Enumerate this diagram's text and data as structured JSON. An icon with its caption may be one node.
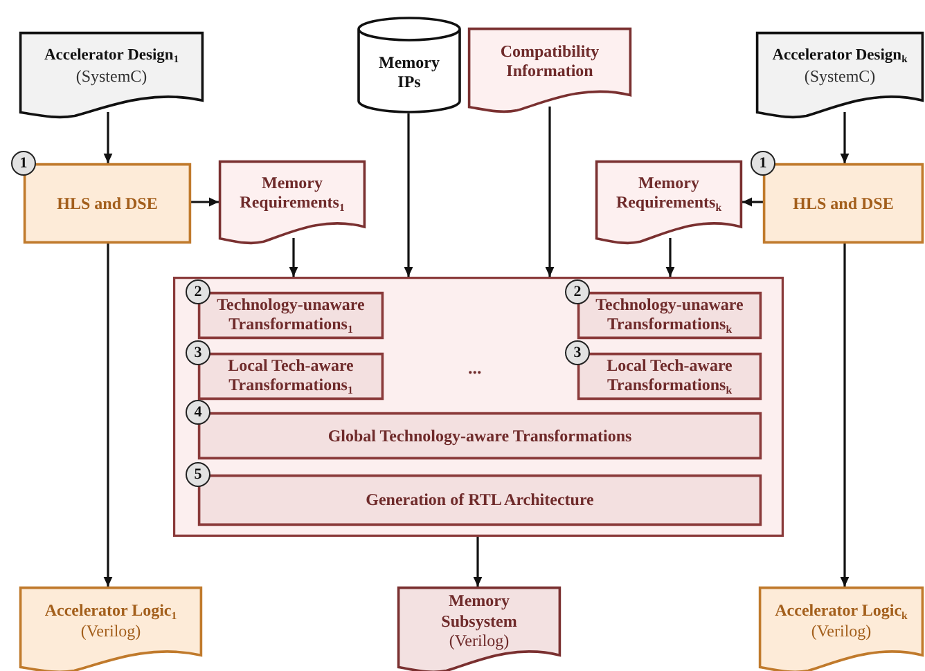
{
  "diagram": {
    "nodes": [
      {
        "text": [
          "Accelerator Design$_{1}$",
          "(SystemC)"
        ]
      },
      {
        "text": [
          "Memory IPs"
        ]
      },
      {
        "text": [
          "Compatibility Information"
        ]
      },
      {
        "text": [
          "Accelerator Design$_{k}$",
          "(SystemC)"
        ]
      },
      {
        "text": [
          "HLS and DSE"
        ],
        "beside": [
          "1"
        ]
      },
      {
        "text": [
          "Memory Requirements$_{1}$"
        ]
      },
      {
        "text": [
          "Memory Requirements$_{k}$"
        ]
      },
      {
        "text": [
          "HLS and DSE"
        ],
        "beside": [
          "1"
        ]
      },
      {
        "text": [],
        "shape": "box"
      },
      {
        "text": [
          "Technology-unaware Transformations$_{1}$"
        ],
        "beside": [
          "2"
        ],
        "in": 8
      },
      {
        "text": [
          "Technology-unaware Transformations$_{k}$"
        ],
        "beside": [
          "2"
        ],
        "in": 8
      },
      {
        "text": [
          "Local Tech-aware Transformations$_{1}$"
        ],
        "beside": [
          "3"
        ],
        "in": 8
      },
      {
        "text": [
          "Local Tech-aware Transformations$_{k}$"
        ],
        "beside": [
          "3"
        ],
        "in": 8
      },
      {
        "text": [
          "Global Technology-aware Transformations"
        ],
        "beside": [
          "4"
        ],
        "in": 8
      },
      {
        "text": [
          "Generation of RTL Architecture"
        ],
        "beside": [
          "5"
        ],
        "in": 8
      },
      {
        "text": [
          "Accelerator Logic$_{1}$",
          "(Verilog)"
        ]
      },
      {
        "text": [
          "Memory Subsystem",
          "(Verilog)"
        ]
      },
      {
        "text": [
          "Accelerator Logic$_{k}$",
          "(Verilog)"
        ]
      }
    ],
    "edges": [
      {
        "from": 0,
        "to": 4,
        "arrow": "to"
      },
      {
        "from": 3,
        "to": 7,
        "arrow": "to"
      },
      {
        "from": 4,
        "to": 5,
        "arrow": "to"
      },
      {
        "from": 7,
        "to": 6,
        "arrow": "to"
      },
      {
        "from": 5,
        "to": 8,
        "arrow": "to"
      },
      {
        "from": 1,
        "to": 8,
        "arrow": "to"
      },
      {
        "from": 2,
        "to": 8,
        "arrow": "to"
      },
      {
        "from": 6,
        "to": 8,
        "arrow": "to"
      },
      {
        "from": 8,
        "to": 16,
        "arrow": "to"
      },
      {
        "from": 4,
        "to": 15,
        "arrow": "to"
      },
      {
        "from": 7,
        "to": 17,
        "arrow": "to"
      }
    ],
    "labels": [
      "..."
    ]
  }
}
